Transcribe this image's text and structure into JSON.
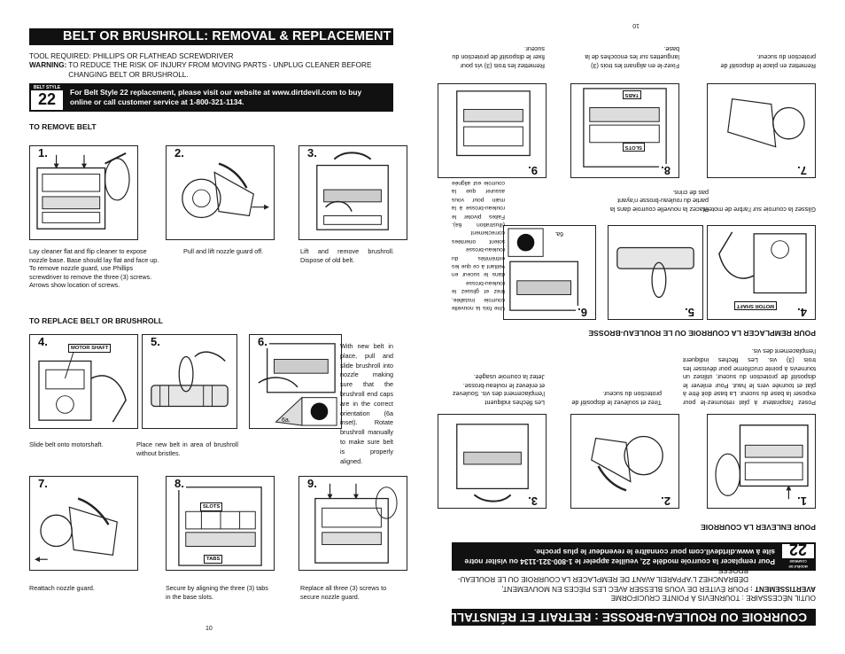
{
  "en": {
    "title": "BELT OR BRUSHROLL: REMOVAL & REPLACEMENT",
    "tool_required": "TOOL REQUIRED: PHILLIPS OR FLATHEAD SCREWDRIVER",
    "warning_label": "WARNING:",
    "warning_text": "TO REDUCE THE RISK OF INJURY FROM MOVING PARTS - UNPLUG CLEANER BEFORE CHANGING BELT OR BRUSHROLL.",
    "belt_style_label": "BELT STYLE",
    "belt_style_number": "22",
    "belt_info": "For Belt Style 22 replacement, please visit our website at www.dirtdevil.com to buy online or call customer service at 1-800-321-1134.",
    "remove_heading": "TO REMOVE BELT",
    "replace_heading": "TO REPLACE BELT OR BRUSHROLL",
    "steps": [
      {
        "num": "1.",
        "text": "Lay cleaner flat and flip cleaner to expose nozzle base. Base should lay flat and face up. To remove nozzle guard, use Phillips screwdriver to remove the three (3) screws. Arrows show location of screws."
      },
      {
        "num": "2.",
        "text": "Pull and lift nozzle guard off."
      },
      {
        "num": "3.",
        "text": "Lift and remove brushroll. Dispose of old belt."
      },
      {
        "num": "4.",
        "text": "Slide belt onto motorshaft.",
        "label": "MOTOR SHAFT"
      },
      {
        "num": "5.",
        "text": "Place new belt in area of brushroll without bristles."
      },
      {
        "num": "6.",
        "text": "With new belt in place, pull and slide brushroll into nozzle making sure that the brushroll end caps are in the correct orientation (6a inset). Rotate brushroll manually to make sure belt is properly aligned.",
        "inset": "6a."
      },
      {
        "num": "7.",
        "text": "Reattach nozzle guard."
      },
      {
        "num": "8.",
        "text": "Secure by aligning the three (3) tabs in the base slots.",
        "label_slots": "SLOTS",
        "label_tabs": "TABS"
      },
      {
        "num": "9.",
        "text": "Replace all three (3) screws to secure nozzle guard."
      }
    ],
    "page_number": "10"
  },
  "fr": {
    "title": "COURROIE OU ROULEAU-BROSSE : RETRAIT ET RÉINSTALLATION",
    "tool_required": "OUTIL NÉCESSAIRE : TOURNEVIS À POINTE CRUCIFORME",
    "warning_label": "AVERTISSEMENT :",
    "warning_text": "POUR ÉVITER DE VOUS BLESSER AVEC LES PIÈCES EN MOUVEMENT, DÉBRANCHEZ L'APPAREIL AVANT DE REMPLACER LA COURROIE OU LE ROULEAU-BROSSE.",
    "belt_style_label": "MODÈLE DE COURROIE",
    "belt_style_number": "22",
    "belt_info": "Pour remplacer la courroie modèle 22, veuillez appeler le 1-800-321-1134 ou visiter notre site à www.dirtdevil.com pour connaître le revendeur le plus proche.",
    "remove_heading": "POUR ENLEVER LA COURROIE",
    "replace_heading": "POUR REMPLACER LA COURROIE OU LE ROULEAU-BROSSE",
    "steps": [
      {
        "num": "1.",
        "text": "Posez l'aspirateur à plat retournez-le pour exposer la base du suceur. La base doit être à plat et tournée vers le haut. Pour enlever le dispositif de protection du suceur, utilisez un tournevis à pointe cruciforme pour dévisser les trois (3) vis. Les flèches indiquent l'emplacement des vis."
      },
      {
        "num": "2.",
        "text": "Tirez et soulevez le dispositif de protection du suceur."
      },
      {
        "num": "3.",
        "text": "Les flèches indiquent l'emplacement des vis. Soulevez et enlevez le rouleau-brosse. Jetez la courroie usagée."
      },
      {
        "num": "4.",
        "text": "Glissez la courroie sur l'arbre de moteur.",
        "label": "MOTOR SHAFT"
      },
      {
        "num": "5.",
        "text": "Placez la nouvelle courroie dans la partie du rouleau-brosse n'ayant pas de crins."
      },
      {
        "num": "6.",
        "text": "Une fois la nouvelle courroie installée, tirez et glissez le rouleau-brosse dans le suceur en veillant à ce que les extrémités du rouleau-brosse soient orientées correctement (illustration 6a). Faites pivoter le rouleau-brosse à la main pour vous assurer que la courroie est alignée correctement.",
        "inset": "6a."
      },
      {
        "num": "7.",
        "text": "Remettez en place le dispositif de protection du suceur."
      },
      {
        "num": "8.",
        "text": "Fixez-le en alignant les trois (3) languettes sur les encoches de la base.",
        "label_slots": "SLOTS",
        "label_tabs": "TABS"
      },
      {
        "num": "9.",
        "text": "Remettez les trois (3) vis pour fixer le dispositif de protection du suceur."
      }
    ],
    "page_number": "10"
  }
}
